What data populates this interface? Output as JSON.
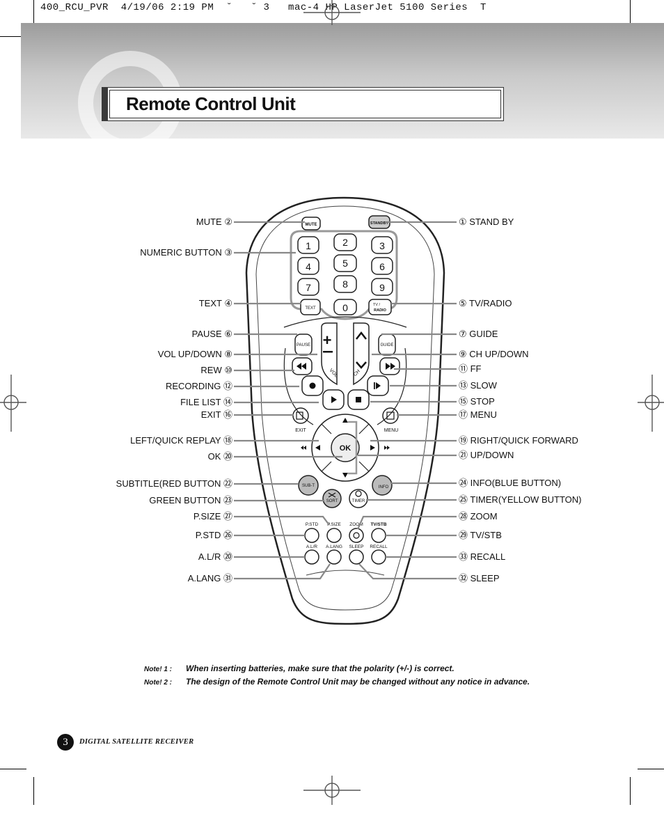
{
  "print_slug": "400_RCU_PVR  4/19/06 2:19 PM  ˘   ˘ 3   mac-4 HP LaserJet 5100 Series  T",
  "page_title": "Remote Control Unit",
  "left_labels": [
    "MUTE ②",
    "NUMERIC BUTTON ③",
    "TEXT ④",
    "PAUSE ⑥",
    "VOL UP/DOWN ⑧",
    "REW ⑩",
    "RECORDING ⑫",
    "FILE LIST ⑭",
    "EXIT ⑯",
    "LEFT/QUICK REPLAY ⑱",
    "OK ⑳",
    "SUBTITLE(RED BUTTON ㉒",
    "GREEN BUTTON ㉓",
    "P.SIZE ㉗",
    "P.STD ㉖",
    "A.L/R ⑳",
    "A.LANG ㉛"
  ],
  "right_labels": [
    "① STAND BY",
    "⑤ TV/RADIO",
    "⑦ GUIDE",
    "⑨ CH UP/DOWN",
    "⑪ FF",
    "⑬ SLOW",
    "⑮ STOP",
    "⑰ MENU",
    "⑲ RIGHT/QUICK FORWARD",
    "㉑ UP/DOWN",
    "㉔ INFO(BLUE BUTTON)",
    "㉕ TIMER(YELLOW BUTTON)",
    "㉘ ZOOM",
    "㉙ TV/STB",
    "㉝ RECALL",
    "㉜ SLEEP"
  ],
  "remote_keys": {
    "mute": "MUTE",
    "standby": "STANDBY",
    "digits": [
      "1",
      "2",
      "3",
      "4",
      "5",
      "6",
      "7",
      "8",
      "9",
      "0"
    ],
    "text": "TEXT",
    "tvradio_1": "TV /",
    "tvradio_2": "RADIO",
    "pause": "PAUSE",
    "guide": "GUIDE",
    "vol": "VOL",
    "ch": "CH",
    "exit": "EXIT",
    "menu": "MENU",
    "ok": "OK",
    "subt": "SUB-T",
    "info": "INFO",
    "sort": "SORT",
    "timer": "TIMER",
    "pstd": "P.STD",
    "psize": "P.SIZE",
    "zoom": "ZOOM",
    "tvstb": "TV/STB",
    "alr": "A.L/R",
    "alang": "A.LANG",
    "sleep": "SLEEP",
    "recall": "RECALL"
  },
  "notes": [
    {
      "key": "Note! 1 :",
      "text": "When inserting batteries, make sure that the polarity (+/-) is correct."
    },
    {
      "key": "Note! 2 :",
      "text": "The design of the Remote Control Unit may be changed without any notice in advance."
    }
  ],
  "page_number": "3",
  "footer_text": "DIGITAL SATELLITE RECEIVER"
}
